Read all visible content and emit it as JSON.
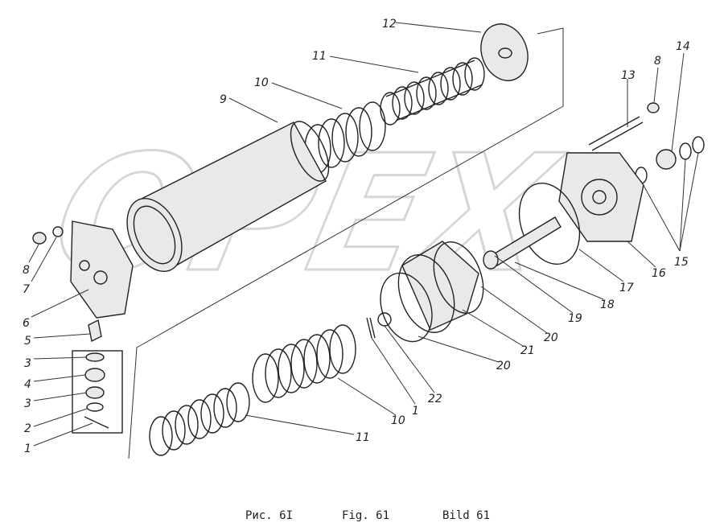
{
  "watermark": "OPEX",
  "callouts": [
    "1",
    "2",
    "3",
    "4",
    "5",
    "6",
    "7",
    "8",
    "9",
    "10",
    "11",
    "12",
    "13",
    "14",
    "15",
    "16",
    "17",
    "18",
    "19",
    "20",
    "21",
    "22"
  ],
  "caption": {
    "ru": "Рис. 6I",
    "en": "Fig. 61",
    "de": "Bild 61"
  }
}
